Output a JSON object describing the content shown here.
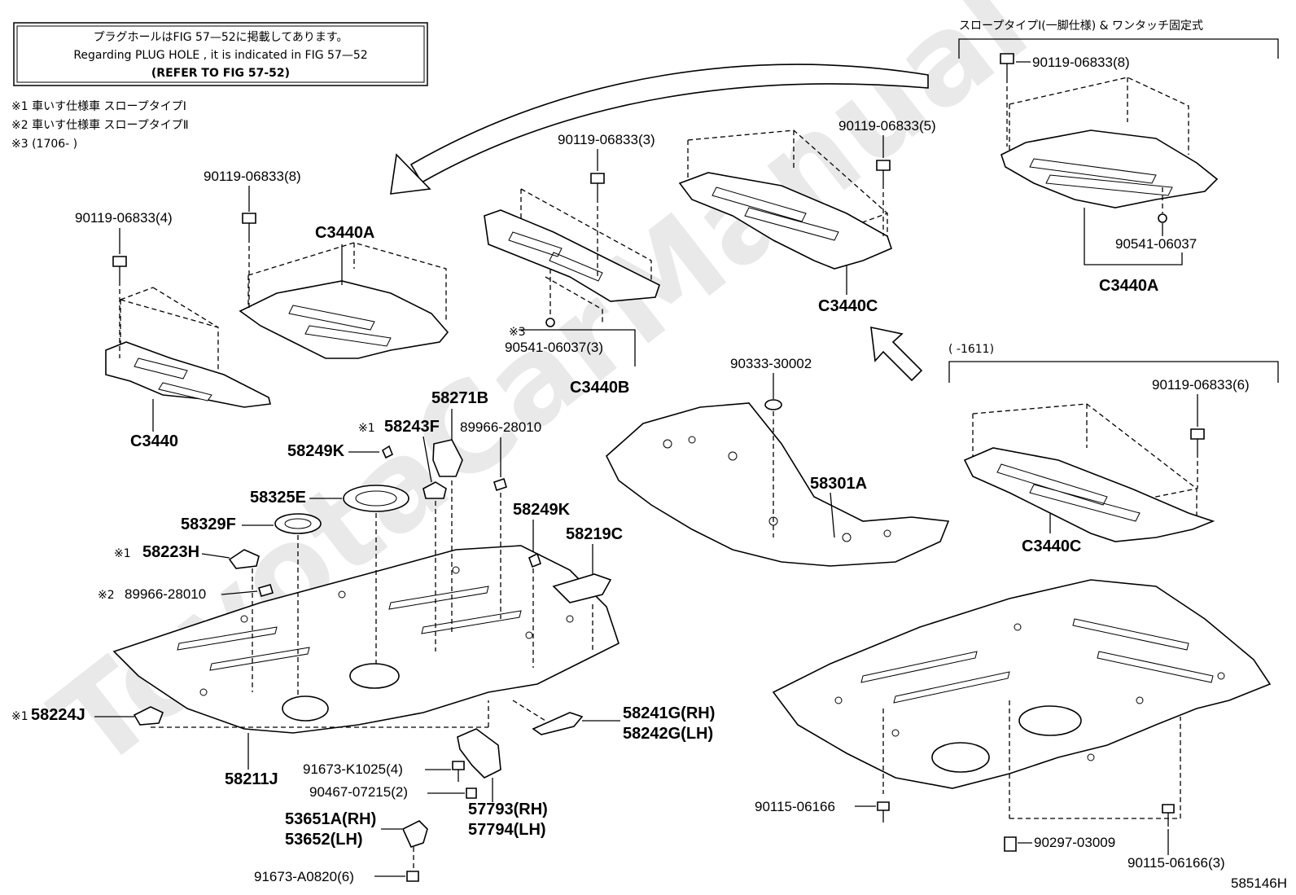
{
  "notice": {
    "line1": "プラグホールはFIG 57—52に掲載してあります。",
    "line2": "Regarding  PLUG HOLE , it is indicated in FIG 57—52",
    "line3": "(REFER TO FIG 57-52)"
  },
  "footnotes": [
    "※1 車いす仕様車 スロープタイプⅠ",
    "※2 車いす仕様車 スロープタイプⅡ",
    "※3 (1706-      )"
  ],
  "right_header": "スロープタイプⅠ(一脚仕様) & ワンタッチ固定式",
  "right_date_note": "(      -1611)",
  "figure_code": "585146H",
  "watermark": "ToyotaCarManual",
  "labels": {
    "c3440": "C3440",
    "c3440a_left": "C3440A",
    "c3440b": "C3440B",
    "c3440c_mid": "C3440C",
    "c3440a_right": "C3440A",
    "c3440c_right": "C3440C",
    "bolt_8_left": "90119-06833(8)",
    "bolt_4": "90119-06833(4)",
    "bolt_3": "90119-06833(3)",
    "bolt_5": "90119-06833(5)",
    "bolt_8_right": "90119-06833(8)",
    "bolt_6": "90119-06833(6)",
    "clip_3": "90541-06037(3)",
    "clip_3_mark": "※3",
    "clip_right": "90541-06037",
    "plug_90333": "90333-30002",
    "p58301a": "58301A",
    "p58271b": "58271B",
    "p58243f": "58243F",
    "p58243f_mark": "※1",
    "p89966_top": "89966-28010",
    "p58249k_left": "58249K",
    "p58249k_right": "58249K",
    "p58325e": "58325E",
    "p58329f": "58329F",
    "p58219c": "58219C",
    "p58223h": "58223H",
    "p58223h_mark": "※1",
    "p89966_low": "89966-28010",
    "p89966_low_mark": "※2",
    "p58224j": "58224J",
    "p58224j_mark": "※1",
    "p58241g": "58241G(RH)",
    "p58242g": "58242G(LH)",
    "p58211j": "58211J",
    "p91673_k": "91673-K1025(4)",
    "p90467": "90467-07215(2)",
    "p57793": "57793(RH)",
    "p57794": "57794(LH)",
    "p53651a": "53651A(RH)",
    "p53652": "53652(LH)",
    "p91673_a": "91673-A0820(6)",
    "p90115_left": "90115-06166",
    "p90297": "90297-03009",
    "p90115_right": "90115-06166(3)"
  }
}
